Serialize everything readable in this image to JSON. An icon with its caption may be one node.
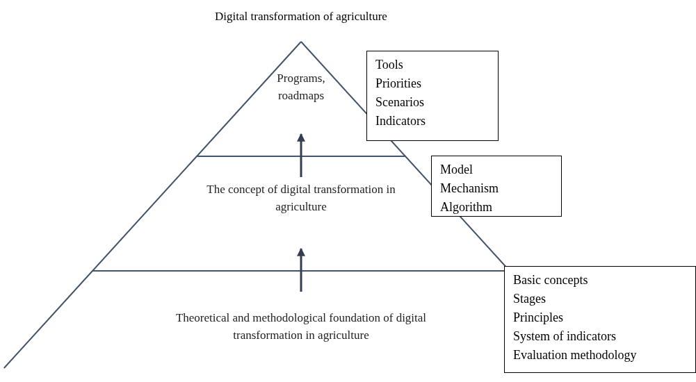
{
  "diagram": {
    "title": "Digital transformation of agriculture",
    "nodes": [
      {
        "text": [
          "Programs, roadmaps"
        ]
      },
      {
        "text": [
          "Tools",
          "Priorities",
          "Scenarios",
          "Indicators"
        ]
      },
      {
        "text": [
          "The concept of digital transformation in agriculture"
        ]
      },
      {
        "text": [
          "Model",
          "Mechanism",
          "Algorithm"
        ]
      },
      {
        "text": [
          "Theoretical and methodological foundation of digital transformation in agriculture"
        ]
      },
      {
        "text": [
          "Basic concepts",
          "Stages",
          "Principles",
          "System of indicators",
          "Evaluation methodology"
        ]
      }
    ],
    "edges": [
      {
        "from": 4,
        "to": 2,
        "arrow": "to"
      },
      {
        "from": 2,
        "to": 0,
        "arrow": "to"
      }
    ]
  }
}
